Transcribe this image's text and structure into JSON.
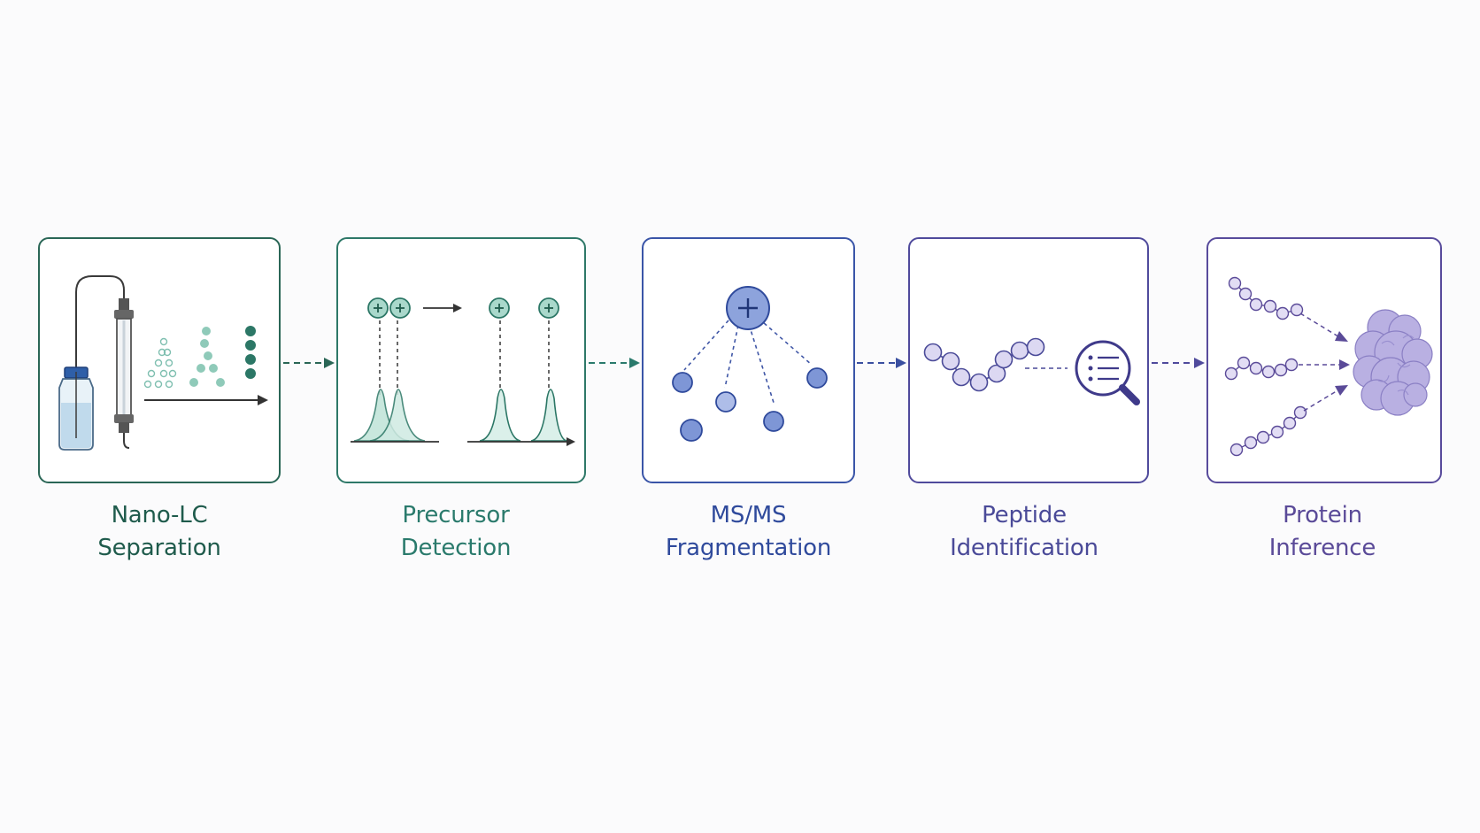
{
  "colors": {
    "step1": "#1f5b4c",
    "step2": "#2a7a6c",
    "step3": "#2f4a9c",
    "step4": "#4a4a98",
    "step5": "#5a4a98"
  },
  "steps": [
    {
      "line1": "Nano-LC",
      "line2": "Separation",
      "icon": "lc-column-vial-icon"
    },
    {
      "line1": "Precursor",
      "line2": "Detection",
      "icon": "precursor-peaks-icon"
    },
    {
      "line1": "MS/MS",
      "line2": "Fragmentation",
      "icon": "fragment-ions-icon"
    },
    {
      "line1": "Peptide",
      "line2": "Identification",
      "icon": "peptide-search-icon"
    },
    {
      "line1": "Protein",
      "line2": "Inference",
      "icon": "protein-assembly-icon"
    }
  ]
}
